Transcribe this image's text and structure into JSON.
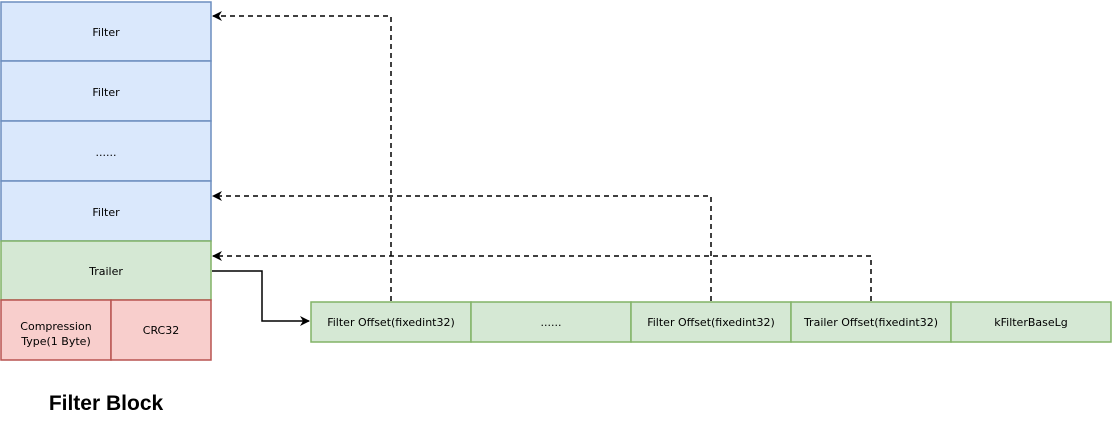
{
  "title": "Filter Block",
  "colors": {
    "blue_fill": "#dae8fc",
    "blue_stroke": "#6c8ebf",
    "green_fill": "#d5e8d4",
    "green_stroke": "#82b366",
    "red_fill": "#f8cecc",
    "red_stroke": "#b85450"
  },
  "stack": {
    "filter_1": "Filter",
    "filter_2": "Filter",
    "ellipsis": "......",
    "filter_3": "Filter",
    "trailer": "Trailer",
    "compression_line1": "Compression",
    "compression_line2": "Type(1 Byte)",
    "crc": "CRC32"
  },
  "trailer_fields": {
    "filter_offset_1": "Filter Offset(fixedint32)",
    "ellipsis": "......",
    "filter_offset_2": "Filter Offset(fixedint32)",
    "trailer_offset": "Trailer Offset(fixedint32)",
    "base_lg": "kFilterBaseLg"
  }
}
